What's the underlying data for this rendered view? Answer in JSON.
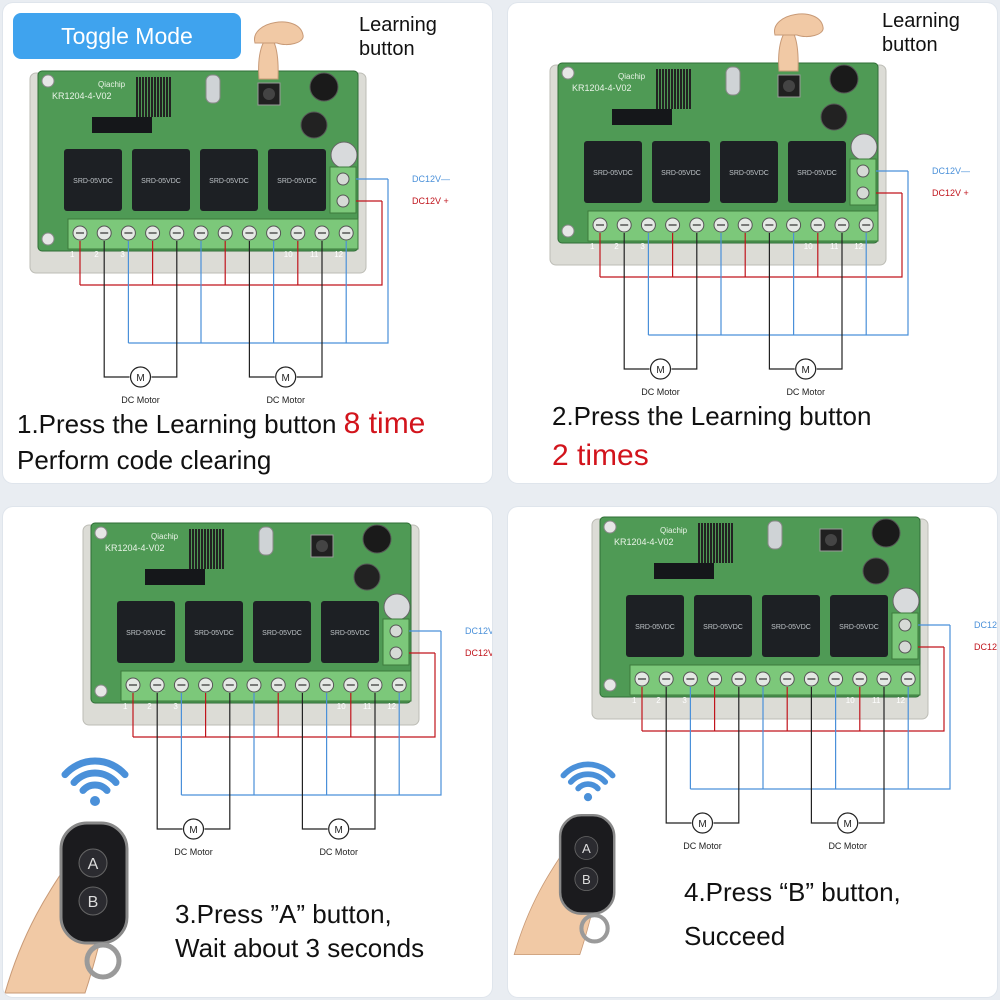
{
  "mode_badge": "Toggle Mode",
  "learning_button_label": [
    "Learning",
    "button"
  ],
  "board_labels": {
    "model": "KR1204-4-V02",
    "brand": "Qiachip",
    "relay": "SRD-05VDC",
    "dc_minus": "DC12V—",
    "dc_plus": "DC12V +",
    "motor": "DC Motor",
    "motor_symbol": "M",
    "terminal_1": "1",
    "terminal_2": "2",
    "terminal_3": "3",
    "terminal_10": "10",
    "terminal_11": "11",
    "terminal_12": "12"
  },
  "steps": [
    {
      "line1_text": "1.Press the Learning button ",
      "line1_highlight": "8 time",
      "line2": "Perform code clearing"
    },
    {
      "line1": "2.Press the Learning button",
      "line2_highlight": "2 times"
    },
    {
      "line1": "3.Press ”A” button,",
      "line2": "Wait about 3 seconds"
    },
    {
      "line1": "4.Press “B” button,",
      "line2": "Succeed"
    }
  ],
  "remote_buttons": [
    "A",
    "B"
  ],
  "colors": {
    "badge": "#3fa3ee",
    "board": "#4f9a55",
    "terminal": "#7cc87a",
    "relay": "#1d2024",
    "wire_red": "#c0141c",
    "wire_blue": "#4a90d9",
    "highlight_red": "#d2141c"
  },
  "icons": [
    "hand-pointer-icon",
    "wifi-signal-icon",
    "remote-control-icon",
    "motor-icon"
  ]
}
